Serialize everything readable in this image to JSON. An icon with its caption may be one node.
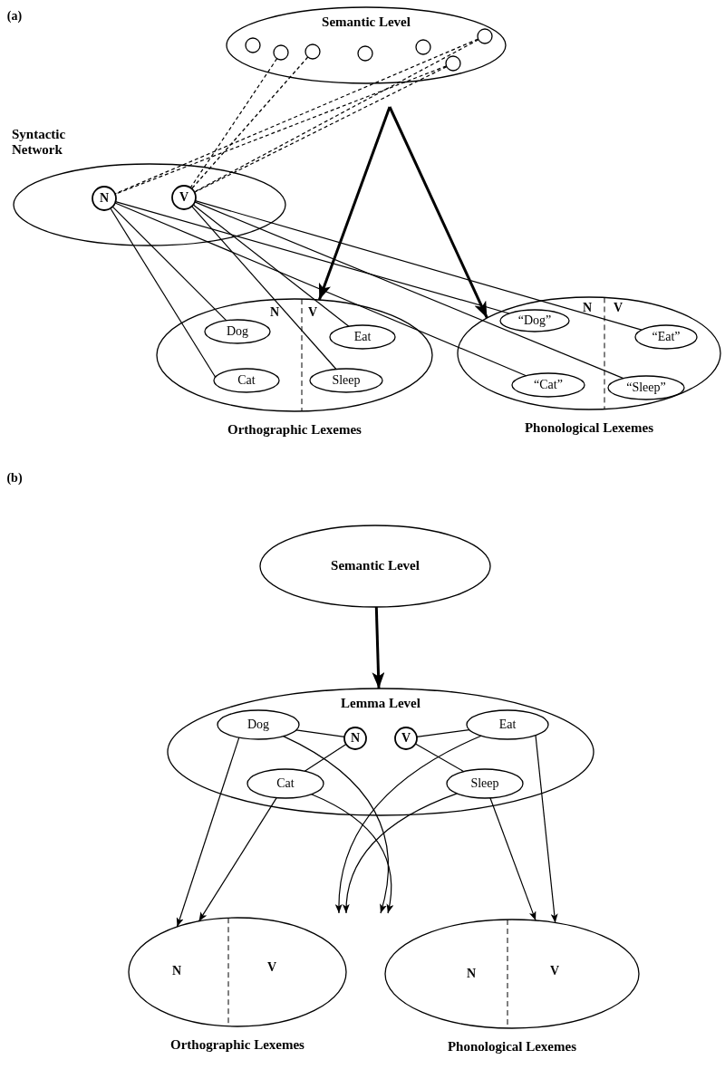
{
  "diagram": {
    "nodes": [
      {
        "text": [
          "Semantic Level"
        ]
      },
      {
        "text": [],
        "shape": "circle",
        "in": 0
      },
      {
        "text": [],
        "shape": "circle",
        "in": 0
      },
      {
        "text": [],
        "shape": "circle",
        "in": 0
      },
      {
        "text": [],
        "shape": "circle",
        "in": 0
      },
      {
        "text": [],
        "shape": "circle",
        "in": 0
      },
      {
        "text": [],
        "shape": "circle",
        "in": 0
      },
      {
        "text": [],
        "shape": "circle",
        "in": 0
      },
      {
        "text": [
          "Syntactic Network"
        ]
      },
      {
        "text": [
          "N"
        ],
        "in": 8
      },
      {
        "text": [
          "V"
        ],
        "in": 8
      },
      {
        "text": [
          "Orthographic Lexemes"
        ]
      },
      {
        "text": [
          "Dog"
        ],
        "in": 11
      },
      {
        "text": [
          "Cat"
        ],
        "in": 11
      },
      {
        "text": [
          "Eat"
        ],
        "in": 11
      },
      {
        "text": [
          "Sleep"
        ],
        "in": 11
      },
      {
        "text": [
          "Phonological Lexemes"
        ]
      },
      {
        "text": [
          "“Dog”"
        ],
        "in": 16
      },
      {
        "text": [
          "“Cat”"
        ],
        "in": 16
      },
      {
        "text": [
          "“Eat”"
        ],
        "in": 16
      },
      {
        "text": [
          "“Sleep”"
        ],
        "in": 16
      },
      {
        "text": [
          "Semantic Level"
        ]
      },
      {
        "text": [
          "Lemma Level"
        ]
      },
      {
        "text": [
          "Dog"
        ],
        "in": 22
      },
      {
        "text": [
          "N"
        ],
        "in": 22
      },
      {
        "text": [
          "V"
        ],
        "in": 22
      },
      {
        "text": [
          "Eat"
        ],
        "in": 22
      },
      {
        "text": [
          "Cat"
        ],
        "in": 22
      },
      {
        "text": [
          "Sleep"
        ],
        "in": 22
      },
      {
        "text": [
          "Orthographic Lexemes"
        ]
      },
      {
        "text": [
          "Phonological Lexemes"
        ]
      }
    ],
    "edges": [
      {
        "from": 2,
        "to": 10,
        "arrow": "none",
        "style": "dashed"
      },
      {
        "from": 3,
        "to": 10,
        "arrow": "none",
        "style": "dashed"
      },
      {
        "from": 6,
        "to": 9,
        "arrow": "none",
        "style": "dashed"
      },
      {
        "from": 7,
        "to": 9,
        "arrow": "none",
        "style": "dashed"
      },
      {
        "from": 6,
        "to": 10,
        "arrow": "none",
        "style": "dashed"
      },
      {
        "from": 7,
        "to": 10,
        "arrow": "none",
        "style": "dashed"
      },
      {
        "from": 9,
        "to": 12,
        "arrow": "none"
      },
      {
        "from": 9,
        "to": 13,
        "arrow": "none"
      },
      {
        "from": 9,
        "to": 17,
        "arrow": "none"
      },
      {
        "from": 9,
        "to": 18,
        "arrow": "none"
      },
      {
        "from": 10,
        "to": 14,
        "arrow": "none"
      },
      {
        "from": 10,
        "to": 15,
        "arrow": "none"
      },
      {
        "from": 10,
        "to": 19,
        "arrow": "none"
      },
      {
        "from": 10,
        "to": 20,
        "arrow": "none"
      },
      {
        "from": null,
        "to": 11,
        "arrow": "to",
        "style": "thick"
      },
      {
        "from": null,
        "to": 16,
        "arrow": "to",
        "style": "thick"
      },
      {
        "from": 21,
        "to": 22,
        "arrow": "to",
        "style": "thick"
      },
      {
        "from": 23,
        "to": 24,
        "arrow": "none"
      },
      {
        "from": 27,
        "to": 24,
        "arrow": "none"
      },
      {
        "from": 25,
        "to": 26,
        "arrow": "none"
      },
      {
        "from": 25,
        "to": 28,
        "arrow": "none"
      },
      {
        "from": 23,
        "to": 29,
        "arrow": "to"
      },
      {
        "from": 27,
        "to": 29,
        "arrow": "to"
      },
      {
        "from": 26,
        "to": 30,
        "arrow": "to"
      },
      {
        "from": 28,
        "to": 30,
        "arrow": "to"
      },
      {
        "from": 23,
        "to": null,
        "arrow": "to"
      },
      {
        "from": 27,
        "to": null,
        "arrow": "to"
      },
      {
        "from": 26,
        "to": null,
        "arrow": "to"
      },
      {
        "from": 28,
        "to": null,
        "arrow": "to"
      }
    ],
    "labels": [
      "(a)",
      "N",
      "V",
      "N",
      "V",
      "(b)",
      "N",
      "V",
      "N",
      "V"
    ]
  }
}
